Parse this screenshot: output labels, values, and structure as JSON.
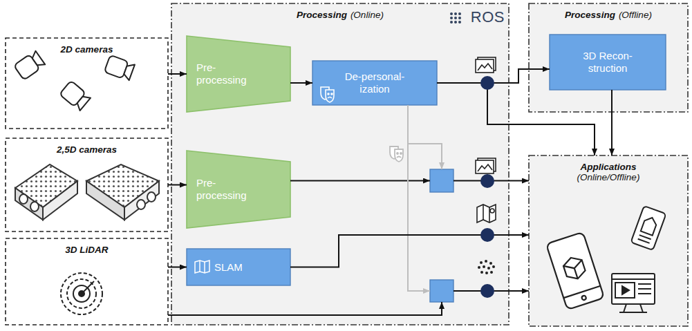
{
  "diagram": {
    "nodes": [
      {
        "text": [
          "2D cameras"
        ]
      },
      {
        "text": [
          "2,5D cameras"
        ]
      },
      {
        "text": [
          "3D LiDAR"
        ]
      },
      {
        "text": [
          "Processing",
          "(Online)",
          "ROS"
        ]
      },
      {
        "text": [
          "Pre- processing"
        ],
        "in": 3
      },
      {
        "text": [
          "De-personal- ization"
        ],
        "in": 3
      },
      {
        "text": [
          "Pre- processing"
        ],
        "in": 3
      },
      {
        "text": [
          "SLAM"
        ],
        "in": 3
      },
      {
        "text": [],
        "in": 3
      },
      {
        "text": [],
        "in": 3
      },
      {
        "text": [
          "Processing",
          "(Offline)"
        ]
      },
      {
        "text": [
          "3D Recon- struction"
        ],
        "in": 10
      },
      {
        "text": [
          "Applications",
          "(Online/Offline)"
        ]
      }
    ],
    "edges": [
      {
        "from": 0,
        "to": 4,
        "arrow": "to"
      },
      {
        "from": 4,
        "to": 5,
        "arrow": "to"
      },
      {
        "from": 5,
        "to": 11,
        "arrow": "to"
      },
      {
        "from": 5,
        "to": 12,
        "arrow": "to"
      },
      {
        "from": 11,
        "to": 12,
        "arrow": "to"
      },
      {
        "from": 1,
        "to": 6,
        "arrow": "to"
      },
      {
        "from": 6,
        "to": 8,
        "arrow": "to"
      },
      {
        "from": 5,
        "to": 8,
        "arrow": "to"
      },
      {
        "from": 5,
        "to": 9,
        "arrow": "to"
      },
      {
        "from": 2,
        "to": 7,
        "arrow": "to"
      },
      {
        "from": 7,
        "to": 12,
        "arrow": "to"
      },
      {
        "from": 2,
        "to": 9,
        "arrow": "to"
      },
      {
        "from": 8,
        "to": 12,
        "arrow": "to"
      },
      {
        "from": 9,
        "to": 12,
        "arrow": "to"
      }
    ]
  }
}
